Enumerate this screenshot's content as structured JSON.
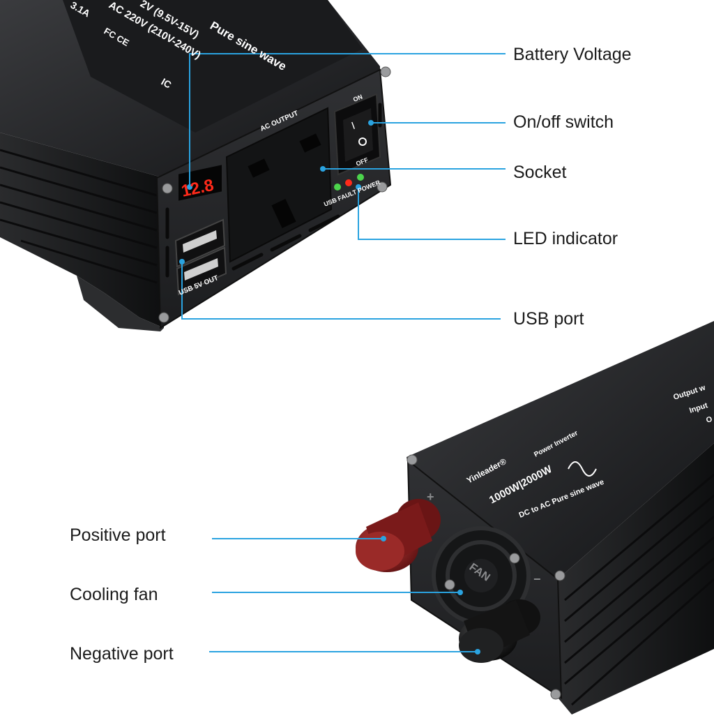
{
  "colors": {
    "callout_line": "#2aa3e0",
    "product_body": "#1e1f21",
    "product_face": "#2b2c2e",
    "led_red": "#ff2a1a",
    "led_green": "#4cd44c",
    "terminal_red": "#8e1d1d"
  },
  "callouts_top": {
    "battery_voltage": "Battery Voltage",
    "on_off_switch": "On/off switch",
    "socket": "Socket",
    "led_indicator": "LED indicator",
    "usb_port": "USB port"
  },
  "callouts_bottom": {
    "positive_port": "Positive port",
    "cooling_fan": "Cooling fan",
    "negative_port": "Negative port"
  },
  "top_unit": {
    "label_wave": "Pure sine wave",
    "label_input": "2V (9.5V-15V)",
    "label_output": "AC 220V (210V-240V)",
    "label_usb_amps": "3.1A",
    "label_cert_left": "FC CE",
    "label_cert_right": "IC",
    "display_reading": "12.8",
    "ac_output": "AC OUTPUT",
    "switch_on": "ON",
    "switch_off": "OFF",
    "led_labels": "USB FAULT POWER",
    "usb_label": "USB 5V OUT"
  },
  "bottom_unit": {
    "brand": "Yinleader®",
    "product_type": "Power Inverter",
    "rating": "1000W|2000W",
    "subtitle": "DC to AC Pure sine wave",
    "fan_label": "FAN",
    "plus_sign": "+",
    "minus_sign": "−",
    "side_text_1": "Output w",
    "side_text_2": "Input",
    "side_text_3": "O"
  }
}
